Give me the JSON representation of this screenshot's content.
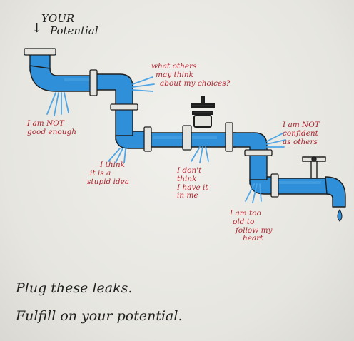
{
  "header": {
    "line1": "YOUR",
    "line2": "Potential",
    "arrow": "↓"
  },
  "leaks": [
    {
      "id": "not-good-enough",
      "lines": [
        "I am NOT",
        "good enough"
      ]
    },
    {
      "id": "what-others-think",
      "lines": [
        "what others",
        "may think",
        "about my choices?"
      ]
    },
    {
      "id": "stupid-idea",
      "lines": [
        "I think",
        "it is a",
        "stupid idea"
      ]
    },
    {
      "id": "dont-have-it",
      "lines": [
        "I don't",
        "think",
        "I have it",
        "in me"
      ]
    },
    {
      "id": "not-confident",
      "lines": [
        "I am NOT",
        "confident",
        "as others"
      ]
    },
    {
      "id": "too-old",
      "lines": [
        "I am too",
        "old to",
        "follow my",
        "heart"
      ]
    }
  ],
  "footer": {
    "line1": "Plug these leaks.",
    "line2": "Fulfill on your potential."
  },
  "colors": {
    "pipe": "#2f8fd8",
    "pipe_light": "#4fa6e6",
    "ink": "#1e1e1e",
    "text_red": "#b0242f",
    "paper": "#eceae5"
  }
}
